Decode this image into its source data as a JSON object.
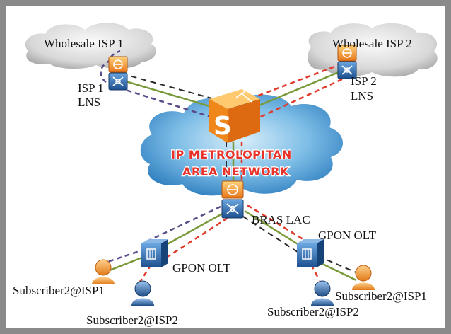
{
  "diagram": {
    "isp1_cloud_label": "Wholesale ISP 1",
    "isp2_cloud_label": "Wholesale ISP 2",
    "isp1_lns_line1": "ISP 1",
    "isp1_lns_line2": "LNS",
    "isp2_lns_line1": "ISP 2",
    "isp2_lns_line2": "LNS",
    "core_line1": "IP METROLOPITAN",
    "core_line2": "AREA NETWORK",
    "bras_label": "BRAS LAC",
    "olt_left_label": "GPON OLT",
    "olt_right_label": "GPON OLT",
    "sub_left_isp1": "Subscriber2@ISP1",
    "sub_left_isp2": "Subscriber2@ISP2",
    "sub_right_isp1": "Subscriber2@ISP1",
    "sub_right_isp2": "Subscriber2@ISP2"
  },
  "colors": {
    "frame": "#8a8a8a",
    "cloud": "#5ea8d8",
    "isp_cloud": "#c8c8c8",
    "orange": "#f08a1e",
    "router_blue": "#1f5a9e",
    "green_link": "#7a9a3a",
    "red_dash": "#e23a2a",
    "purple_dash": "#5a4a8a"
  }
}
